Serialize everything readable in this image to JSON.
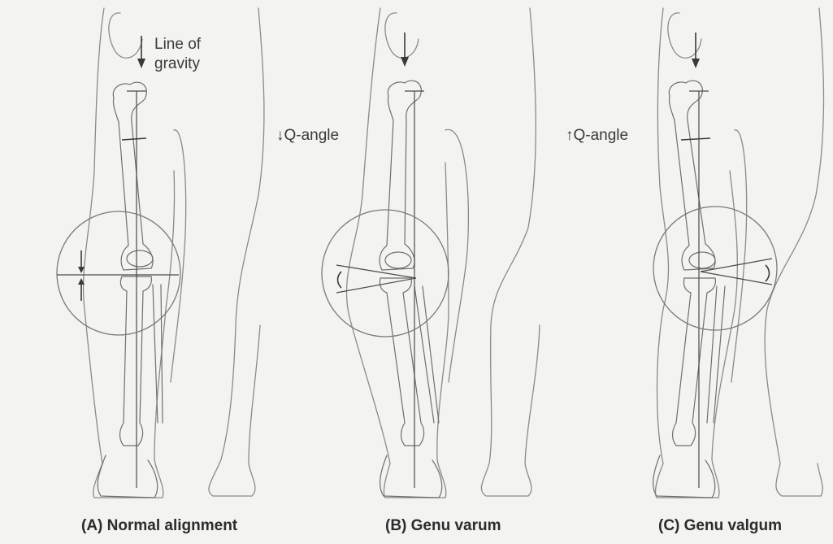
{
  "labels": {
    "line_of_gravity_1": "Line of",
    "line_of_gravity_2": "gravity",
    "q_angle_decreased": "↓Q-angle",
    "q_angle_increased": "↑Q-angle"
  },
  "captions": {
    "a": "(A) Normal alignment",
    "b": "(B) Genu varum",
    "c": "(C) Genu valgum"
  }
}
